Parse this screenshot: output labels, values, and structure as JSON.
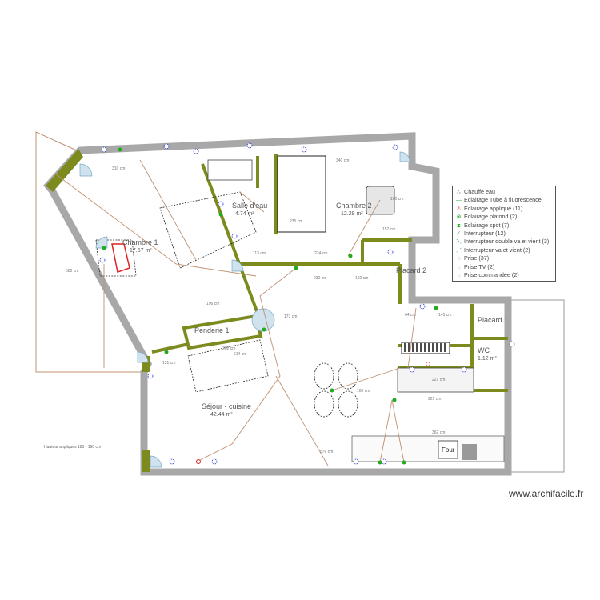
{
  "rooms": [
    {
      "name": "Chambre 1",
      "area": "17.57 m²"
    },
    {
      "name": "Salle d'eau",
      "area": "4.74 m²"
    },
    {
      "name": "Chambre 2",
      "area": "12.29 m²"
    },
    {
      "name": "Placard 2",
      "area": ""
    },
    {
      "name": "Penderie 1",
      "area": ""
    },
    {
      "name": "Séjour - cuisine",
      "area": "42.44 m²"
    },
    {
      "name": "Placard 1",
      "area": ""
    },
    {
      "name": "WC",
      "area": "1.12 m²"
    }
  ],
  "appliance": {
    "oven": "Four"
  },
  "dimensions": [
    "310 cm",
    "340 cm",
    "113 cm",
    "224 cm",
    "157 cm",
    "160 cm",
    "102 cm",
    "230 cm",
    "196 cm",
    "173 cm",
    "202 cm",
    "614 cm",
    "131 cm",
    "160 cm",
    "221 cm",
    "221 cm",
    "362 cm",
    "576 cm",
    "64 cm",
    "145 cm",
    "580 cm",
    "235 cm"
  ],
  "legend": {
    "items": [
      {
        "icon": "water-heater-icon",
        "label": "Chauffe eau",
        "color": "#000000"
      },
      {
        "icon": "fluorescent-tube-icon",
        "label": "Eclairage Tube à fluorescence",
        "color": "#33aa33"
      },
      {
        "icon": "wall-light-icon",
        "label": "Eclairage applique (11)",
        "color": "#dd2222"
      },
      {
        "icon": "ceiling-light-icon",
        "label": "Eclairage plafond (2)",
        "color": "#22aa22"
      },
      {
        "icon": "spot-light-icon",
        "label": "Eclairage spot (7)",
        "color": "#22aa22"
      },
      {
        "icon": "switch-icon",
        "label": "Interrupteur (12)",
        "color": "#22aa22"
      },
      {
        "icon": "double-switch-icon",
        "label": "Interrupteur double va et vient (3)",
        "color": "#22aa22"
      },
      {
        "icon": "two-way-switch-icon",
        "label": "Interrupteur va et vient (2)",
        "color": "#22aa22"
      },
      {
        "icon": "outlet-icon",
        "label": "Prise (37)",
        "color": "#2222cc"
      },
      {
        "icon": "tv-outlet-icon",
        "label": "Prise TV (2)",
        "color": "#2222cc"
      },
      {
        "icon": "controlled-outlet-icon",
        "label": "Prise commandée (2)",
        "color": "#2222cc"
      }
    ]
  },
  "note": "Hauteur appliques 185 - 190 cm",
  "brand": "www.archifacile.fr",
  "colors": {
    "outer_wall": "#a8a8a8",
    "inner_wall": "#7d8a1e",
    "wiring": "#c09070",
    "outlet": "#2233cc",
    "door_swing": "#a8cce0"
  }
}
